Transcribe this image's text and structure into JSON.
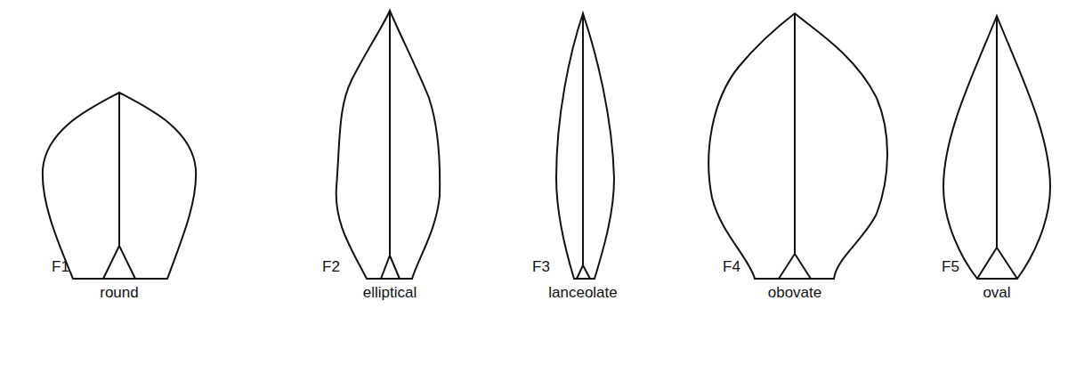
{
  "diagram": {
    "labels": [
      "F1",
      "round",
      "F2",
      "elliptical",
      "F3",
      "lanceolate",
      "F4",
      "obovate",
      "F5",
      "oval"
    ]
  }
}
